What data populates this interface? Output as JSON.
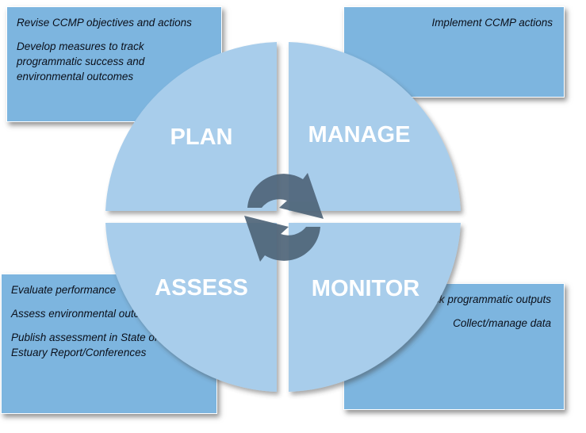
{
  "quadrants": {
    "plan": "PLAN",
    "manage": "MANAGE",
    "assess": "ASSESS",
    "monitor": "MONITOR"
  },
  "notes": {
    "plan": [
      "Revise CCMP objectives and actions",
      "Develop measures to track programmatic success and environmental outcomes"
    ],
    "manage": [
      "Implement CCMP actions"
    ],
    "assess": [
      "Evaluate performance",
      "Assess environmental outcomes",
      "Publish assessment in State of the Estuary Report/Conferences"
    ],
    "monitor": [
      "Track programmatic outputs",
      "Collect/manage data"
    ]
  },
  "colors": {
    "circle": "#a8cdeb",
    "note_background": "#7db5df",
    "cycle_arrow": "#4f6579",
    "label_text": "#ffffff"
  },
  "icons": {
    "center": "cycle-arrows-icon"
  }
}
